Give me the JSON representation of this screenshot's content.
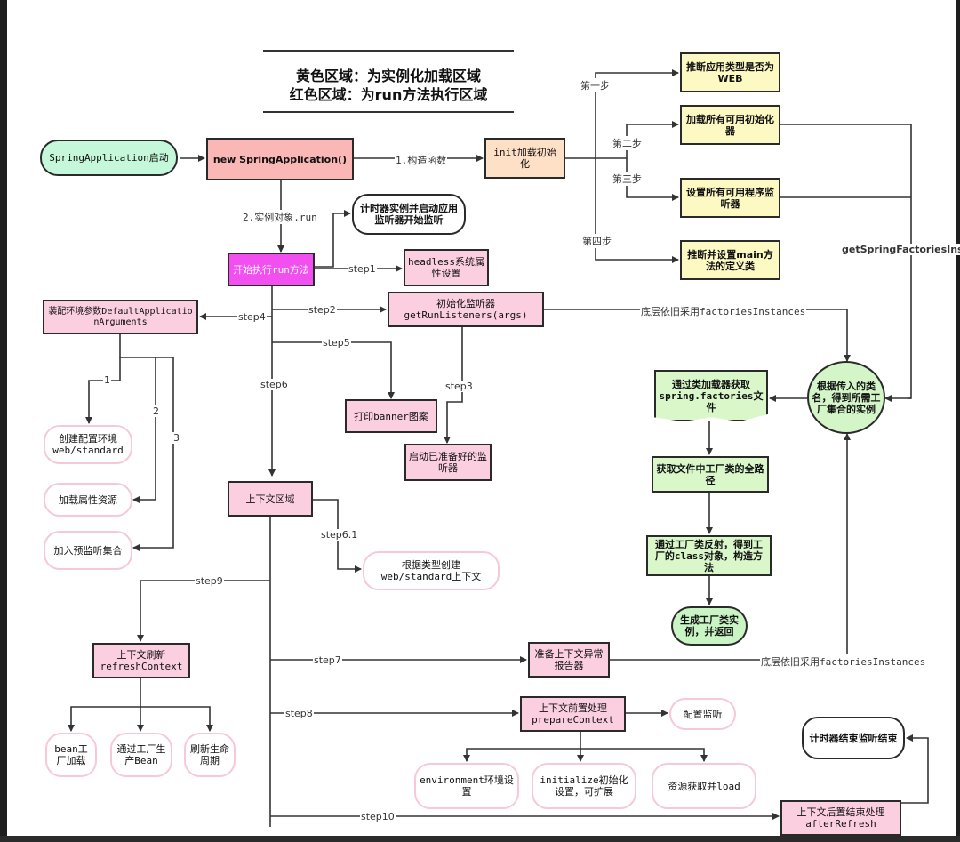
{
  "title": {
    "line1": "黄色区域：为实例化加载区域",
    "line2": "红色区域：为run方法执行区域"
  },
  "nodes": {
    "spring_start": "SpringApplication启动",
    "new_app": "new SpringApplication()",
    "init_load": "init加载初始化",
    "infer_web": "推断应用类型是否为WEB",
    "load_initializers": "加载所有可用初始化器",
    "set_listeners": "设置所有可用程序监听器",
    "infer_main": "推断并设置main方法的定义类",
    "timer_start": "计时器实例并启动应用监听器开始监听",
    "run_start": "开始执行run方法",
    "headless": "headless系统属性设置",
    "default_args": "装配环境参数DefaultApplicationArguments",
    "run_listeners": "初始化监听器getRunListeners(args)",
    "print_banner": "打印banner图案",
    "start_listeners": "启动已准备好的监听器",
    "create_env": "创建配置环境web/standard",
    "load_props": "加载属性资源",
    "add_listeners": "加入预监听集合",
    "context_area": "上下文区域",
    "create_context": "根据类型创建web/standard上下文",
    "refresh_context": "上下文刷新refreshContext",
    "bean_factory": "bean工厂加载",
    "factory_bean": "通过工厂生产Bean",
    "refresh_lifecycle": "刷新生命周期",
    "exception_reporter": "准备上下文异常报告器",
    "prepare_context": "上下文前置处理prepareContext",
    "config_listener": "配置监听",
    "env_setup": "environment环境设置",
    "initialize_setup": "initialize初始化设置，可扩展",
    "resource_load": "资源获取并load",
    "timer_end": "计时器结束监听结束",
    "after_refresh": "上下文后置结束处理afterRefresh",
    "factories_file": "通过类加载器获取spring.factories文件",
    "full_path": "获取文件中工厂类的全路径",
    "reflect": "通过工厂类反射，得到工厂的class对象，构造方法",
    "gen_instance": "生成工厂类实例，并返回",
    "factory_circle": "根据传入的类名，得到所需工厂集合的实例"
  },
  "labels": {
    "constructor": "1.构造函数",
    "instance_run": "2.实例对象.run",
    "step_one": "第一步",
    "step_two": "第二步",
    "step_three": "第三步",
    "step_four": "第四步",
    "get_factories": "getSpringFactoriesIns",
    "step1": "step1",
    "step2": "step2",
    "step3": "step3",
    "step4": "step4",
    "step5": "step5",
    "step6": "step6",
    "step6_1": "step6.1",
    "step7": "step7",
    "step8": "step8",
    "step9": "step9",
    "step10": "step10",
    "n1": "1",
    "n2": "2",
    "n3": "3",
    "underlying_a": "底层依旧采用factoriesInstances",
    "underlying_b": "底层依旧采用factoriesInstances"
  }
}
